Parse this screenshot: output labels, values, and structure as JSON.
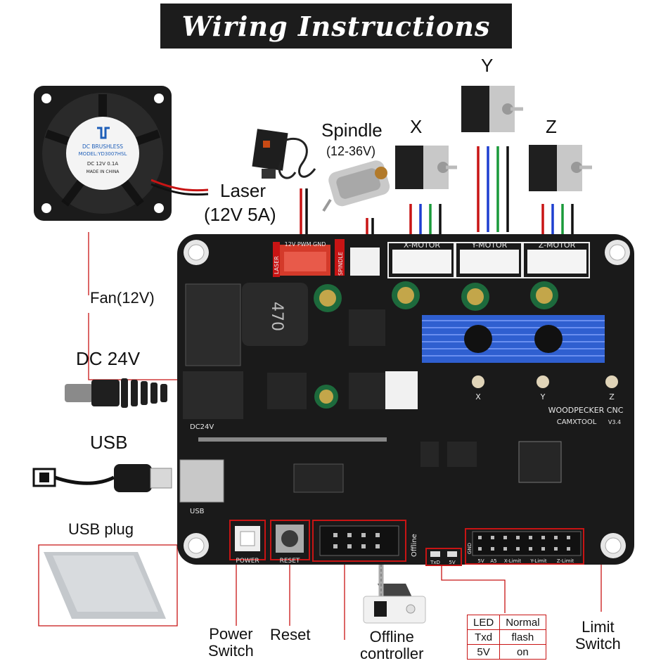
{
  "title": "Wiring Instructions",
  "components": {
    "laser": {
      "name": "Laser",
      "spec": "(12V 5A)"
    },
    "spindle": {
      "name": "Spindle",
      "spec": "(12-36V)"
    },
    "motor_x": "X",
    "motor_y": "Y",
    "motor_z": "Z",
    "fan": "Fan(12V)",
    "dc": "DC 24V",
    "usb": "USB",
    "usb_plug": "USB plug",
    "power_switch": [
      "Power",
      "Switch"
    ],
    "reset": "Reset",
    "offline_controller": [
      "Offline",
      "controller"
    ],
    "limit_switch": [
      "Limit",
      "Switch"
    ]
  },
  "fan_label": {
    "brand": "DC BRUSHLESS",
    "model": "MODEL:YD3007HSL",
    "rating": "DC 12V 0.1A",
    "origin": "MADE IN CHINA"
  },
  "board": {
    "connectors": {
      "laser_pins": "12V PWM GND",
      "laser": "LASER",
      "spindle": "SPINDLE",
      "x_motor": "X-MOTOR",
      "y_motor": "Y-MOTOR",
      "z_motor": "Z-MOTOR"
    },
    "name": "WOODPECKER CNC",
    "maker": "CAMXTOOL",
    "version": "V3.4",
    "inductor": "470",
    "dc_label": "DC24V",
    "usb_label": "USB",
    "power_label": "POWER",
    "reset_label": "RESET",
    "offline_label": "Offline",
    "txd_label": "TxD",
    "fivev_label": "5V",
    "limit_headers": [
      "GND",
      "5V",
      "A5",
      "X-Limit",
      "Y-Limit",
      "Z-Limit"
    ],
    "pot_labels": [
      "X",
      "Y",
      "Z"
    ]
  },
  "led_table": {
    "header": [
      "LED",
      "Normal"
    ],
    "rows": [
      [
        "Txd",
        "flash"
      ],
      [
        "5V",
        "on"
      ]
    ]
  },
  "colors": {
    "callout": "#c81414",
    "pcb": "#1a1a1a",
    "heatsink": "#2f5fd0",
    "title_bg": "#1c1c1c"
  }
}
